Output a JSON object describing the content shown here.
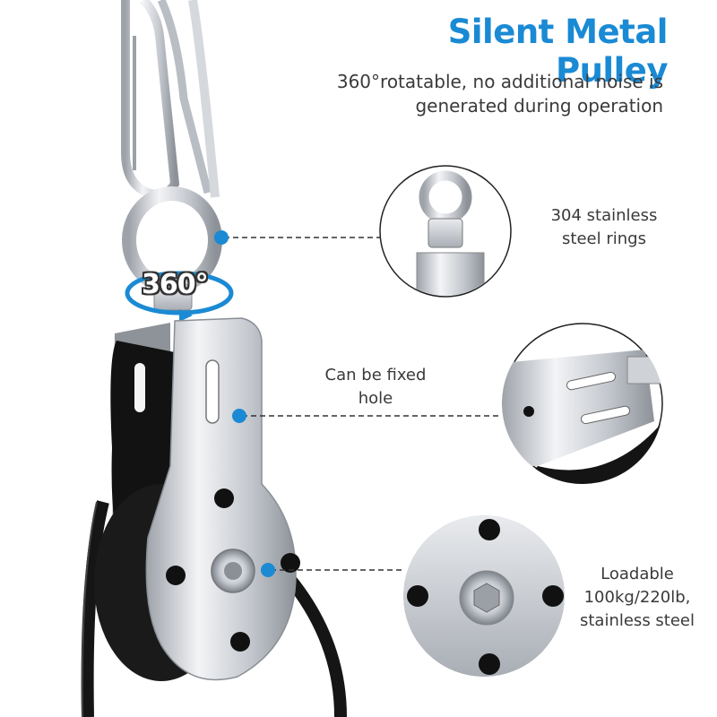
{
  "header": {
    "title": "Silent Metal Pulley",
    "subtitle_lines": [
      "360°rotatable, no additional noise is",
      "generated during operation"
    ]
  },
  "badge": {
    "text": "360°"
  },
  "callouts": [
    {
      "lines": [
        "304 stainless",
        "steel rings"
      ]
    },
    {
      "lines": [
        "Can be fixed",
        "hole"
      ]
    },
    {
      "lines": [
        "Loadable",
        "100kg/220lb,",
        "stainless steel"
      ]
    }
  ],
  "colors": {
    "accent": "#1a8ad4",
    "text": "#3a3a3a",
    "steel": "#c9ccd1",
    "cable": "#151515"
  }
}
